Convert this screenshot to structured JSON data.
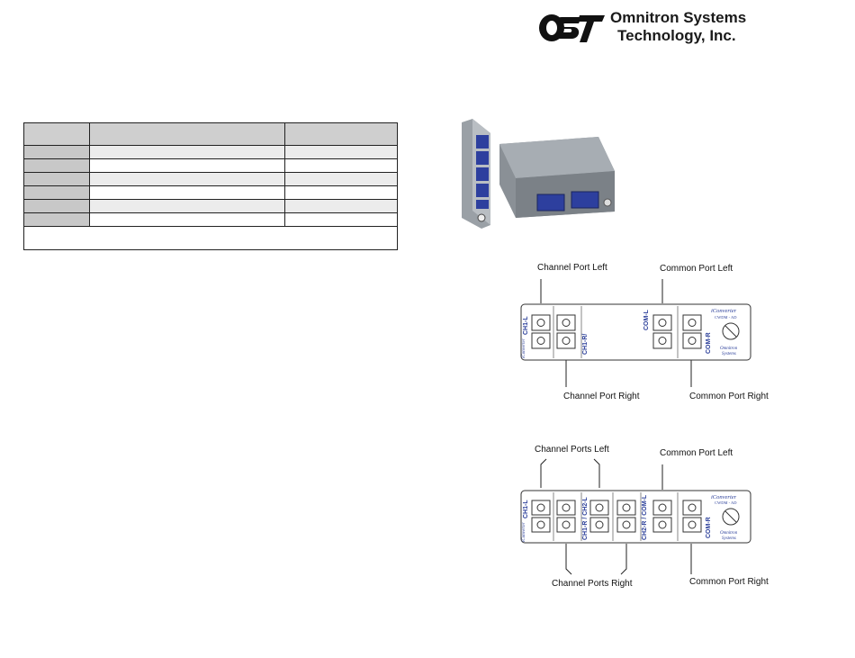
{
  "logo": {
    "mark": "OST",
    "line1": "Omnitron Systems",
    "line2": "Technology, Inc."
  },
  "table": {
    "header": [
      "",
      "",
      ""
    ],
    "rows": [
      {
        "shade": true
      },
      {
        "shade": false
      },
      {
        "shade": true
      },
      {
        "shade": false
      },
      {
        "shade": true
      },
      {
        "shade": false
      }
    ]
  },
  "diagram1": {
    "callouts": {
      "top_left": "Channel Port Left",
      "top_right": "Common Port Left",
      "bottom_left": "Channel Port Right",
      "bottom_right": "Common Port Right"
    },
    "labels": {
      "ch1l": "CH1-L",
      "ch1r": "CH1-R/",
      "coml": "COM-L",
      "comr": "COM-R",
      "brand": "iConverter",
      "brand_sub": "CWDM - AD",
      "maker1": "Omnitron",
      "maker2": "Systems",
      "side": "iConverter"
    }
  },
  "diagram2": {
    "callouts": {
      "top_left": "Channel Ports Left",
      "top_right": "Common Port Left",
      "bottom_left": "Channel Ports Right",
      "bottom_right": "Common Port Right"
    },
    "labels": {
      "ch1l": "CH1-L",
      "ch1r_ch2l": "CH1-R / CH2-L",
      "ch2r_coml": "CH2-R / COM-L",
      "comr": "COM-R",
      "brand": "iConverter",
      "brand_sub": "CWDM - AD",
      "maker1": "Omnitron",
      "maker2": "Systems",
      "side": "iConverter"
    }
  },
  "colors": {
    "label_blue": "#2b3f9a",
    "connector_blue": "#2d3f9e",
    "panel_stroke": "#333333"
  }
}
